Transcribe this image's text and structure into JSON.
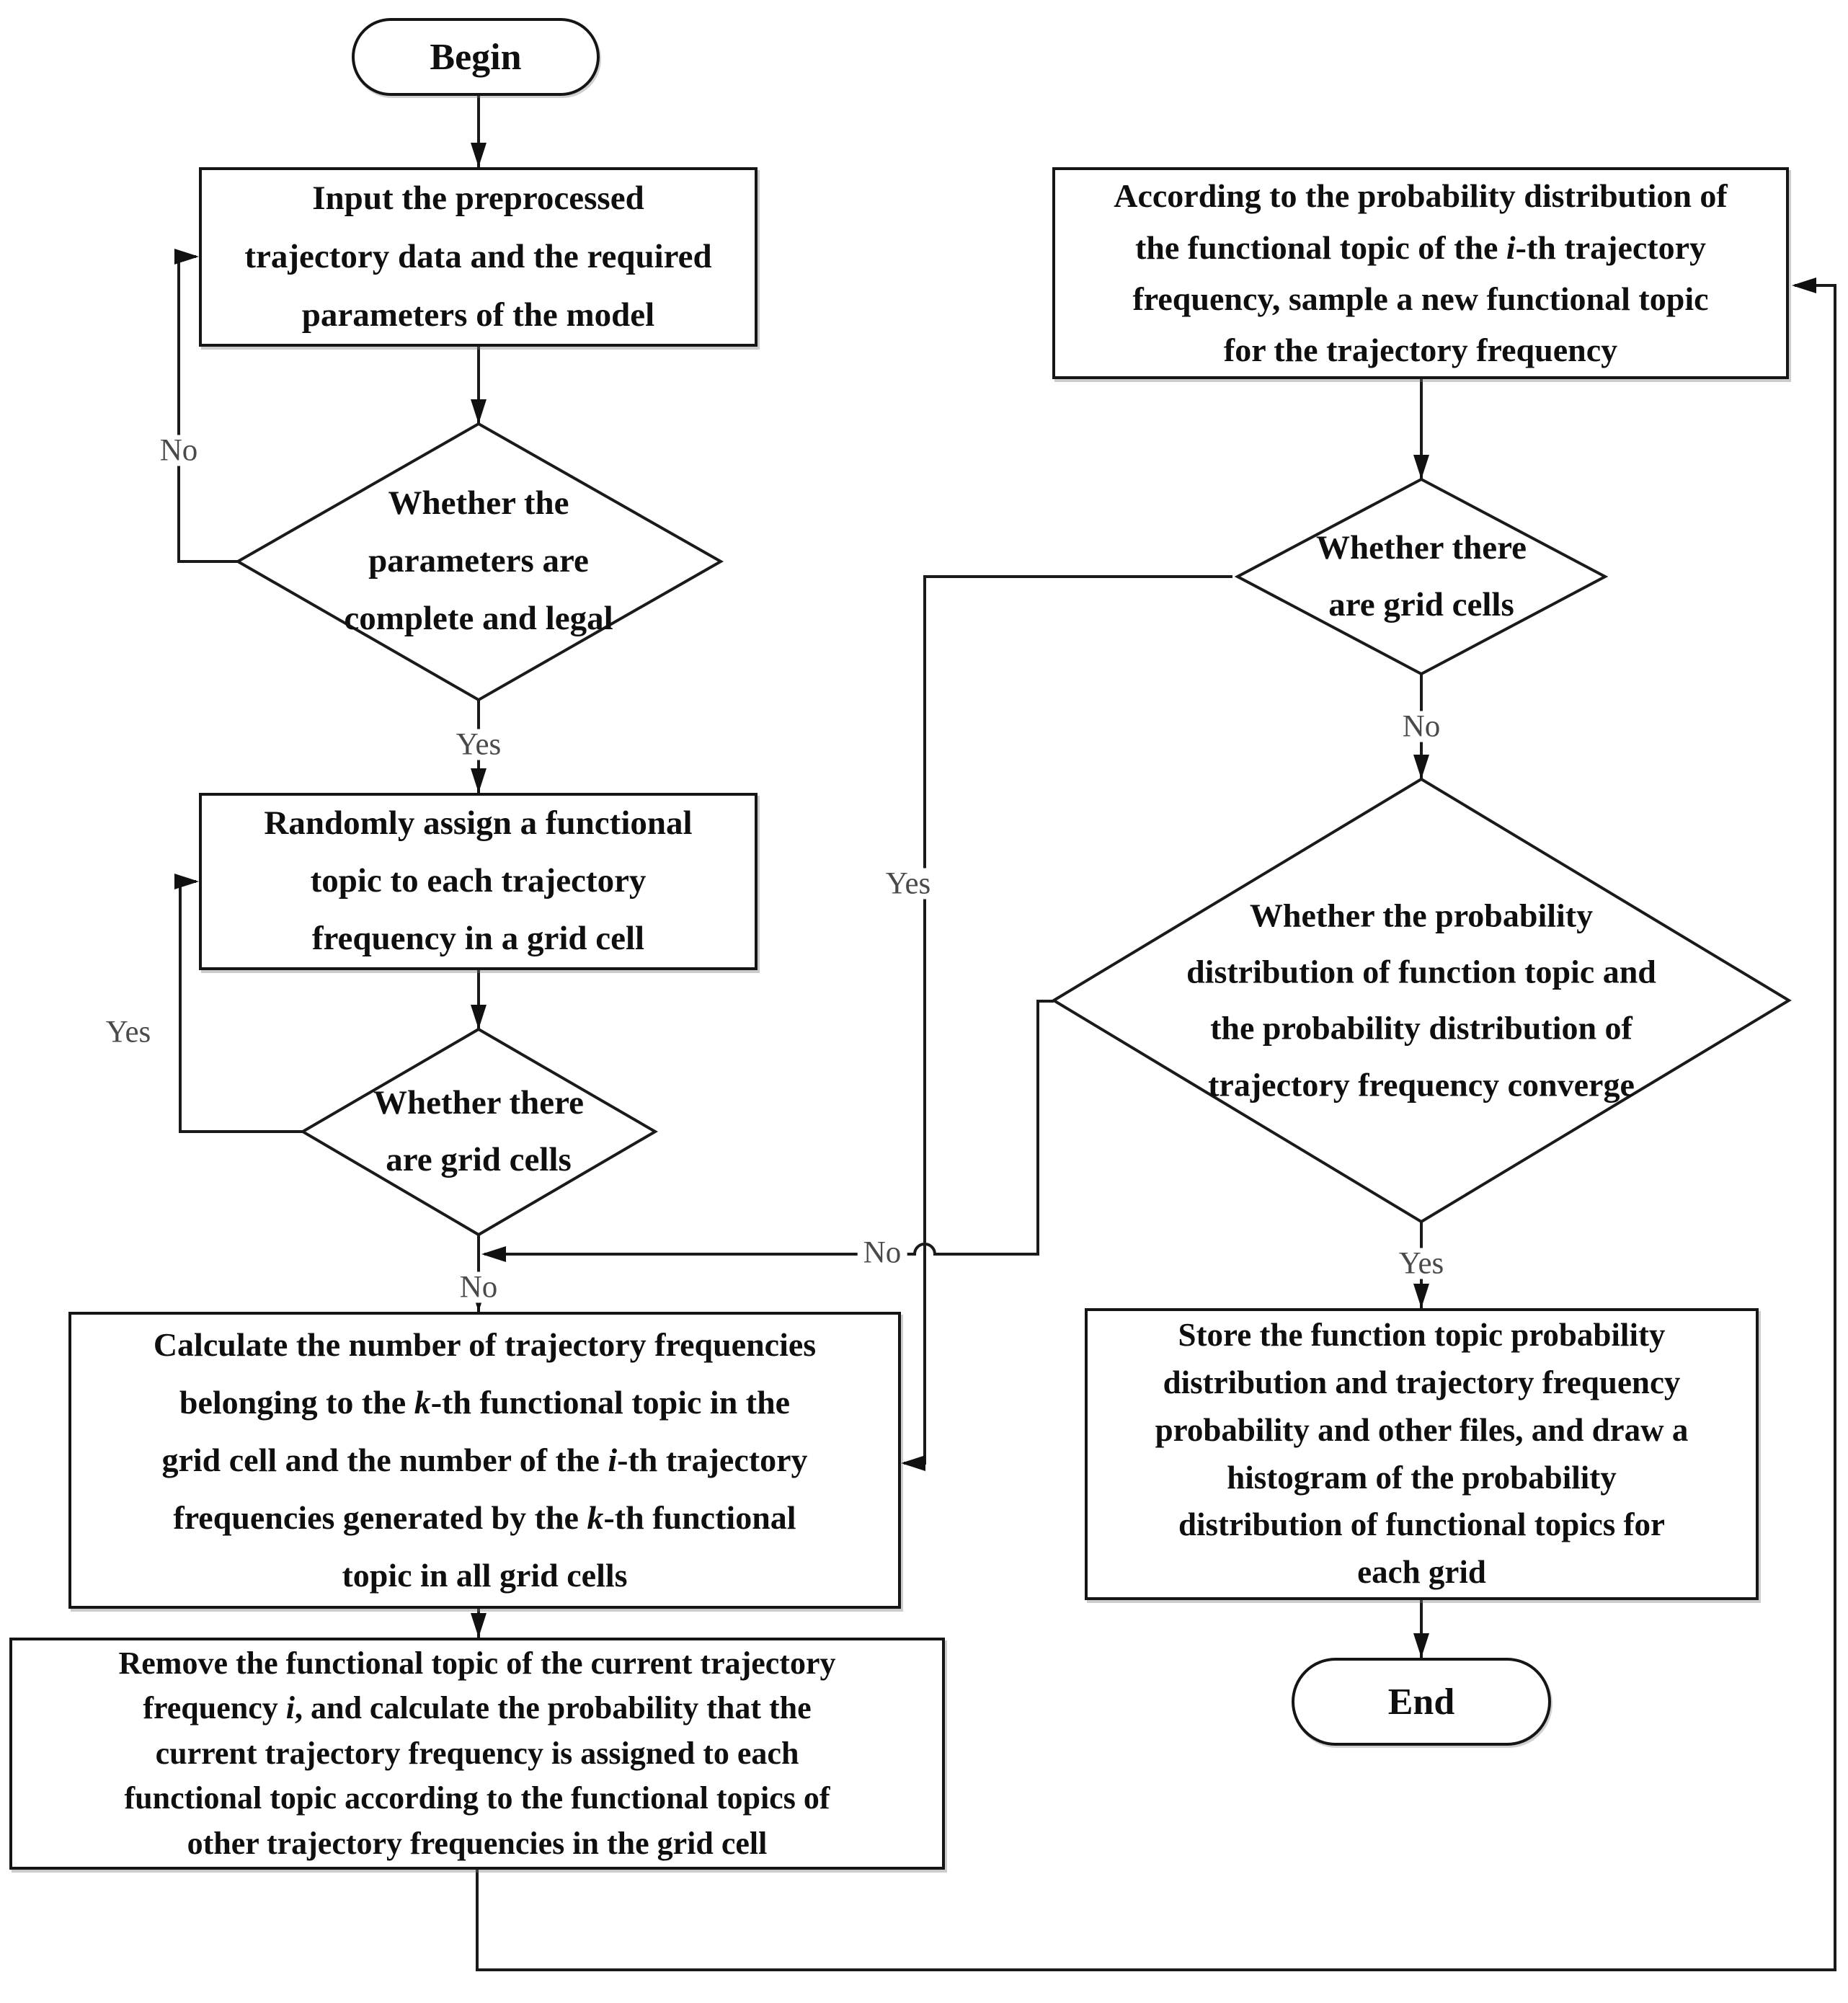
{
  "colors": {
    "ink": "#0f0f0f",
    "line": "#1a1a1a",
    "edge_label_ink": "#4a4a4a",
    "background": "#ffffff"
  },
  "nodes": {
    "begin": {
      "label": "Begin"
    },
    "input": {
      "lines": [
        "Input the preprocessed",
        "trajectory data and the required",
        "parameters of the model"
      ]
    },
    "param_check": {
      "lines": [
        "Whether the",
        "parameters are",
        "complete and legal"
      ]
    },
    "random_assign": {
      "lines": [
        "Randomly assign a functional",
        "topic to each trajectory",
        "frequency in a grid cell"
      ]
    },
    "grid_cells_left": {
      "lines": [
        "Whether there",
        "are grid cells"
      ]
    },
    "calculate": {
      "rich": [
        {
          "t": "Calculate the number of trajectory frequencies"
        },
        {
          "br": true
        },
        {
          "t": "belonging to the "
        },
        {
          "t": "k",
          "i": true
        },
        {
          "t": "-th functional topic in the"
        },
        {
          "br": true
        },
        {
          "t": "grid cell and the number of the "
        },
        {
          "t": "i",
          "i": true
        },
        {
          "t": "-th trajectory"
        },
        {
          "br": true
        },
        {
          "t": "frequencies generated by the "
        },
        {
          "t": "k",
          "i": true
        },
        {
          "t": "-th functional"
        },
        {
          "br": true
        },
        {
          "t": "topic in all grid cells"
        }
      ]
    },
    "remove": {
      "rich": [
        {
          "t": "Remove the functional topic of the current trajectory"
        },
        {
          "br": true
        },
        {
          "t": "frequency "
        },
        {
          "t": "i",
          "i": true
        },
        {
          "t": ", and calculate the probability that the"
        },
        {
          "br": true
        },
        {
          "t": "current trajectory frequency is assigned to each"
        },
        {
          "br": true
        },
        {
          "t": "functional topic according to the functional topics of"
        },
        {
          "br": true
        },
        {
          "t": "other trajectory frequencies in the grid cell"
        }
      ]
    },
    "sample_topic": {
      "rich": [
        {
          "t": "According to the probability distribution of"
        },
        {
          "br": true
        },
        {
          "t": "the functional topic of the "
        },
        {
          "t": "i",
          "i": true
        },
        {
          "t": "-th trajectory"
        },
        {
          "br": true
        },
        {
          "t": "frequency, sample a new functional topic"
        },
        {
          "br": true
        },
        {
          "t": "for the trajectory frequency"
        }
      ]
    },
    "grid_cells_right": {
      "lines": [
        "Whether there",
        "are grid cells"
      ]
    },
    "converge_check": {
      "lines": [
        "Whether the probability",
        "distribution of function topic and",
        "the probability distribution of",
        "trajectory frequency converge"
      ]
    },
    "store": {
      "lines": [
        "Store the function topic probability",
        "distribution and trajectory frequency",
        "probability and other files, and draw a",
        "histogram of the probability",
        "distribution of functional topics for",
        "each grid"
      ]
    },
    "end": {
      "label": "End"
    }
  },
  "edge_labels": {
    "param_no": "No",
    "param_yes": "Yes",
    "grid_left_yes": "Yes",
    "grid_left_no": "No",
    "converge_no": "No",
    "grid_right_yes": "Yes",
    "grid_right_no": "No",
    "converge_yes": "Yes"
  }
}
